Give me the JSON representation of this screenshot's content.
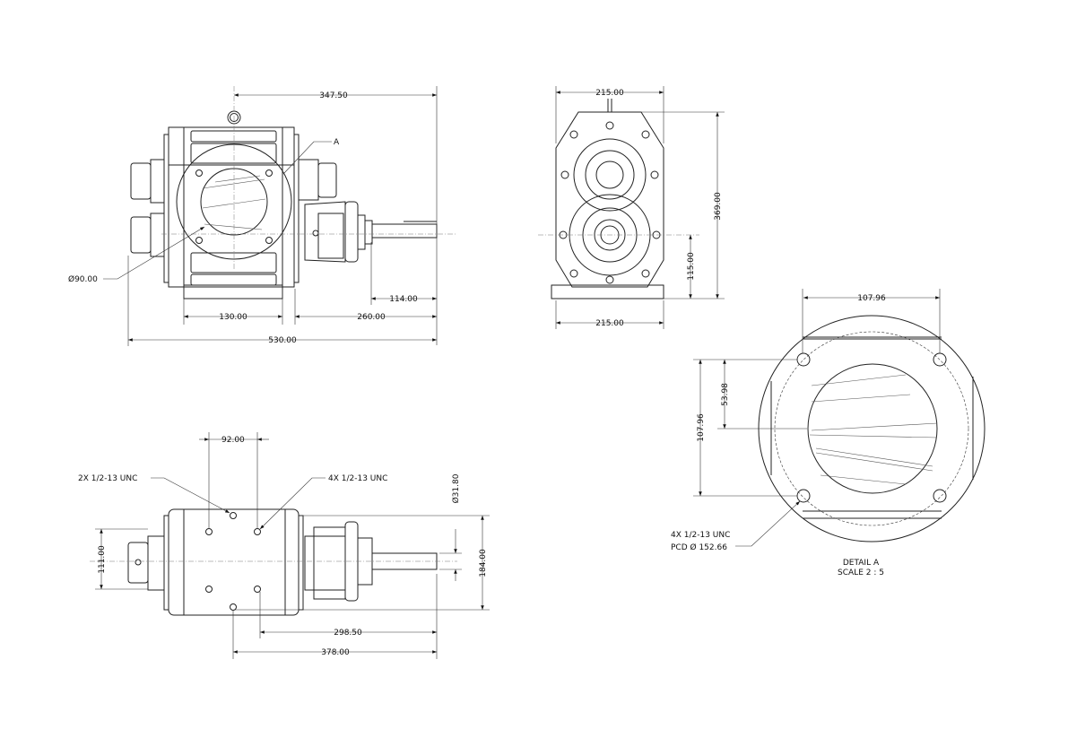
{
  "front_view": {
    "dim_width_top": "347.50",
    "dim_base": "130.00",
    "dim_right": "260.00",
    "dim_shaft": "114.00",
    "dim_overall": "530.00",
    "dim_inlet_dia": "Ø90.00",
    "detail_marker": "A"
  },
  "side_view": {
    "dim_top_width": "215.00",
    "dim_bottom_width": "215.00",
    "dim_height": "369.00",
    "dim_shaft_height": "115.00"
  },
  "top_view": {
    "dim_hole_spacing": "92.00",
    "note_2x": "2X 1/2-13 UNC",
    "note_4x": "4X 1/2-13 UNC",
    "dim_shaft_dia": "Ø31.80",
    "dim_depth": "184.00",
    "dim_motor": "111.00",
    "dim_shaft_from_holes": "298.50",
    "dim_shaft_from_center": "378.00"
  },
  "detail_a": {
    "dim_horizontal": "107.96",
    "dim_vertical": "107.96",
    "dim_half": "53.98",
    "note_line1": "4X 1/2-13 UNC",
    "note_line2": "PCD Ø 152.66",
    "title": "DETAIL A",
    "scale": "SCALE 2 : 5"
  }
}
